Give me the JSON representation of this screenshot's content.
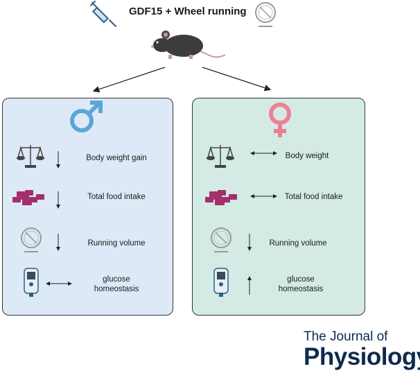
{
  "title": "GDF15 + Wheel running",
  "male_panel": {
    "rows": [
      {
        "label": "Body weight gain",
        "icon": "balance-scale-icon",
        "effect": "decrease"
      },
      {
        "label": "Total food intake",
        "icon": "food-pellets-icon",
        "effect": "decrease"
      },
      {
        "label": "Running volume",
        "icon": "running-wheel-icon",
        "effect": "decrease"
      },
      {
        "label_line1": "glucose",
        "label_line2": "homeostasis",
        "icon": "glucometer-icon",
        "effect": "no-change"
      }
    ]
  },
  "female_panel": {
    "rows": [
      {
        "label": "Body weight",
        "icon": "balance-scale-icon",
        "effect": "no-change"
      },
      {
        "label": "Total food intake",
        "icon": "food-pellets-icon",
        "effect": "no-change"
      },
      {
        "label": "Running volume",
        "icon": "running-wheel-icon",
        "effect": "decrease"
      },
      {
        "label_line1": "glucose",
        "label_line2": "homeostasis",
        "icon": "glucometer-icon",
        "effect": "increase"
      }
    ]
  },
  "journal": {
    "line1": "The Journal of",
    "line2": "Physiology"
  },
  "colors": {
    "male": "#5aa6d6",
    "female": "#ee7f92",
    "male_panel_bg": "#dde9f6",
    "female_panel_bg": "#d3ebe4",
    "journal": "#0d2a4e"
  }
}
